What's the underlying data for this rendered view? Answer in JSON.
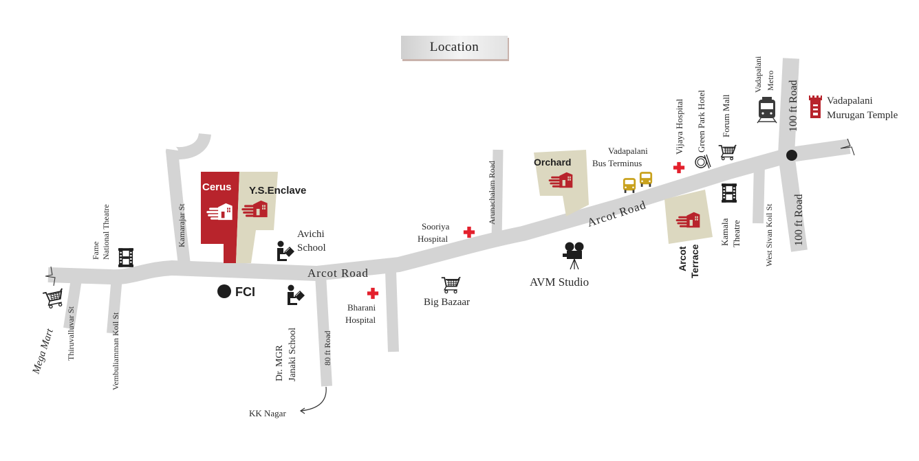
{
  "title": "Location",
  "colors": {
    "road": "#d4d4d4",
    "cerus_plot": "#b8242c",
    "project_plot": "#dcd8c0",
    "hospital_cross": "#e3202c",
    "bus": "#c9a21e",
    "temple": "#b8242c",
    "icon_dark": "#1e1e1e"
  },
  "roads": {
    "arcot_road_west": "Arcot Road",
    "arcot_road_east": "Arcot Road",
    "eighty_ft_road": "80 ft Road",
    "hundred_ft_road_north": "100 ft Road",
    "hundred_ft_road_south": "100 ft Road",
    "kamarajar_st": "Kamarajar St",
    "thiruvalluvar_st": "Thiruvalluvar St",
    "vembuliamman_koil_st": "Vembuliamman Koil St",
    "arunachalam_road": "Arunachalam Road",
    "west_sivan_koil_st": "West Sivan Koil St"
  },
  "projects": {
    "cerus": "Cerus",
    "ys_enclave": "Y.S.Enclave",
    "orchard": "Orchard",
    "arcot_terrace_line1": "Arcot",
    "arcot_terrace_line2": "Terrace"
  },
  "landmarks": {
    "fci": "FCI",
    "mega_mart": "Mega Mart",
    "fame_line1": "Fame",
    "fame_line2": "National Theatre",
    "avichi_line1": "Avichi",
    "avichi_line2": "School",
    "mgr_line1": "Dr. MGR",
    "mgr_line2": "Janaki School",
    "kk_nagar": "KK Nagar",
    "bharani_line1": "Bharani",
    "bharani_line2": "Hospital",
    "sooriya_line1": "Sooriya",
    "sooriya_line2": "Hospital",
    "big_bazaar": "Big Bazaar",
    "avm_studio": "AVM Studio",
    "bus_line1": "Vadapalani",
    "bus_line2": "Bus Terminus",
    "vijaya_hospital": "Vijaya Hospital",
    "green_park_hotel": "Green Park Hotel",
    "forum_mall": "Forum Mall",
    "kamala_line1": "Kamala",
    "kamala_line2": "Theatre",
    "metro_line1": "Vadapalani",
    "metro_line2": "Metro",
    "temple_line1": "Vadapalani",
    "temple_line2": "Murugan Temple"
  }
}
